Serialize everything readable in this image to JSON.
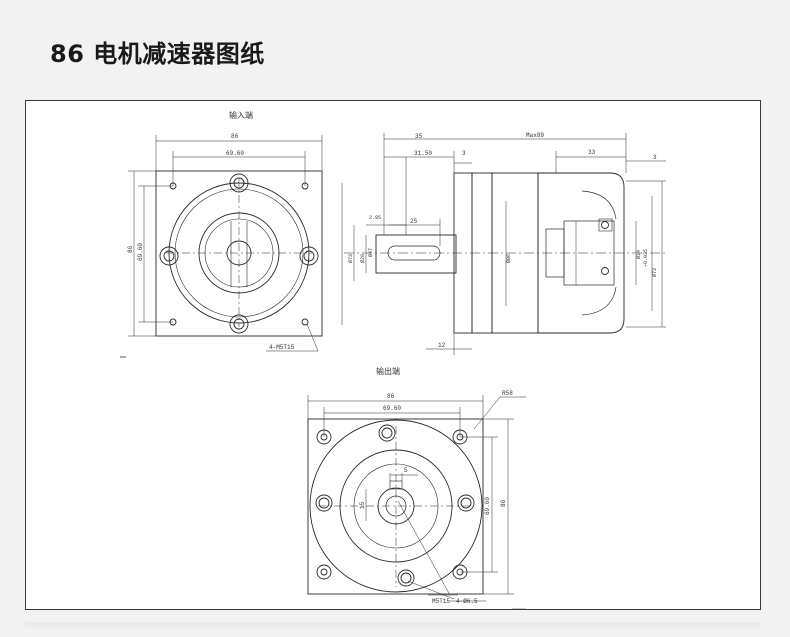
{
  "header": {
    "title": "86 电机减速器图纸"
  },
  "drawing": {
    "input_view": {
      "label": "输入端",
      "dim_width": "86",
      "dim_pcd_h": "69.60",
      "dim_height": "86",
      "dim_pcd_v": "69.60",
      "thread_callout": "4-M5T15"
    },
    "side_view": {
      "dim_max": "Max89",
      "dim_35": "35",
      "dim_3150": "31.50",
      "dim_3a": "3",
      "dim_33": "33",
      "dim_3b": "3",
      "dim_25": "25",
      "dim_295": "2.95",
      "dim_d20": "Ø20",
      "dim_d47": "Ø47",
      "dim_d73": "Ø73",
      "dim_d86": "Ø86",
      "dim_d14": "Ø14",
      "dim_d14_tol": "+0.035",
      "dim_d73b": "Ø73",
      "dim_12": "12"
    },
    "output_view": {
      "label": "输出端",
      "dim_width": "86",
      "dim_pcd_h": "69.60",
      "dim_height": "86",
      "dim_pcd_v": "69.60",
      "dim_radius": "R58",
      "dim_key": "5",
      "dim_slot": "15",
      "thread_callout": "M5T15",
      "hole_callout": "4-Ø6.5"
    }
  }
}
